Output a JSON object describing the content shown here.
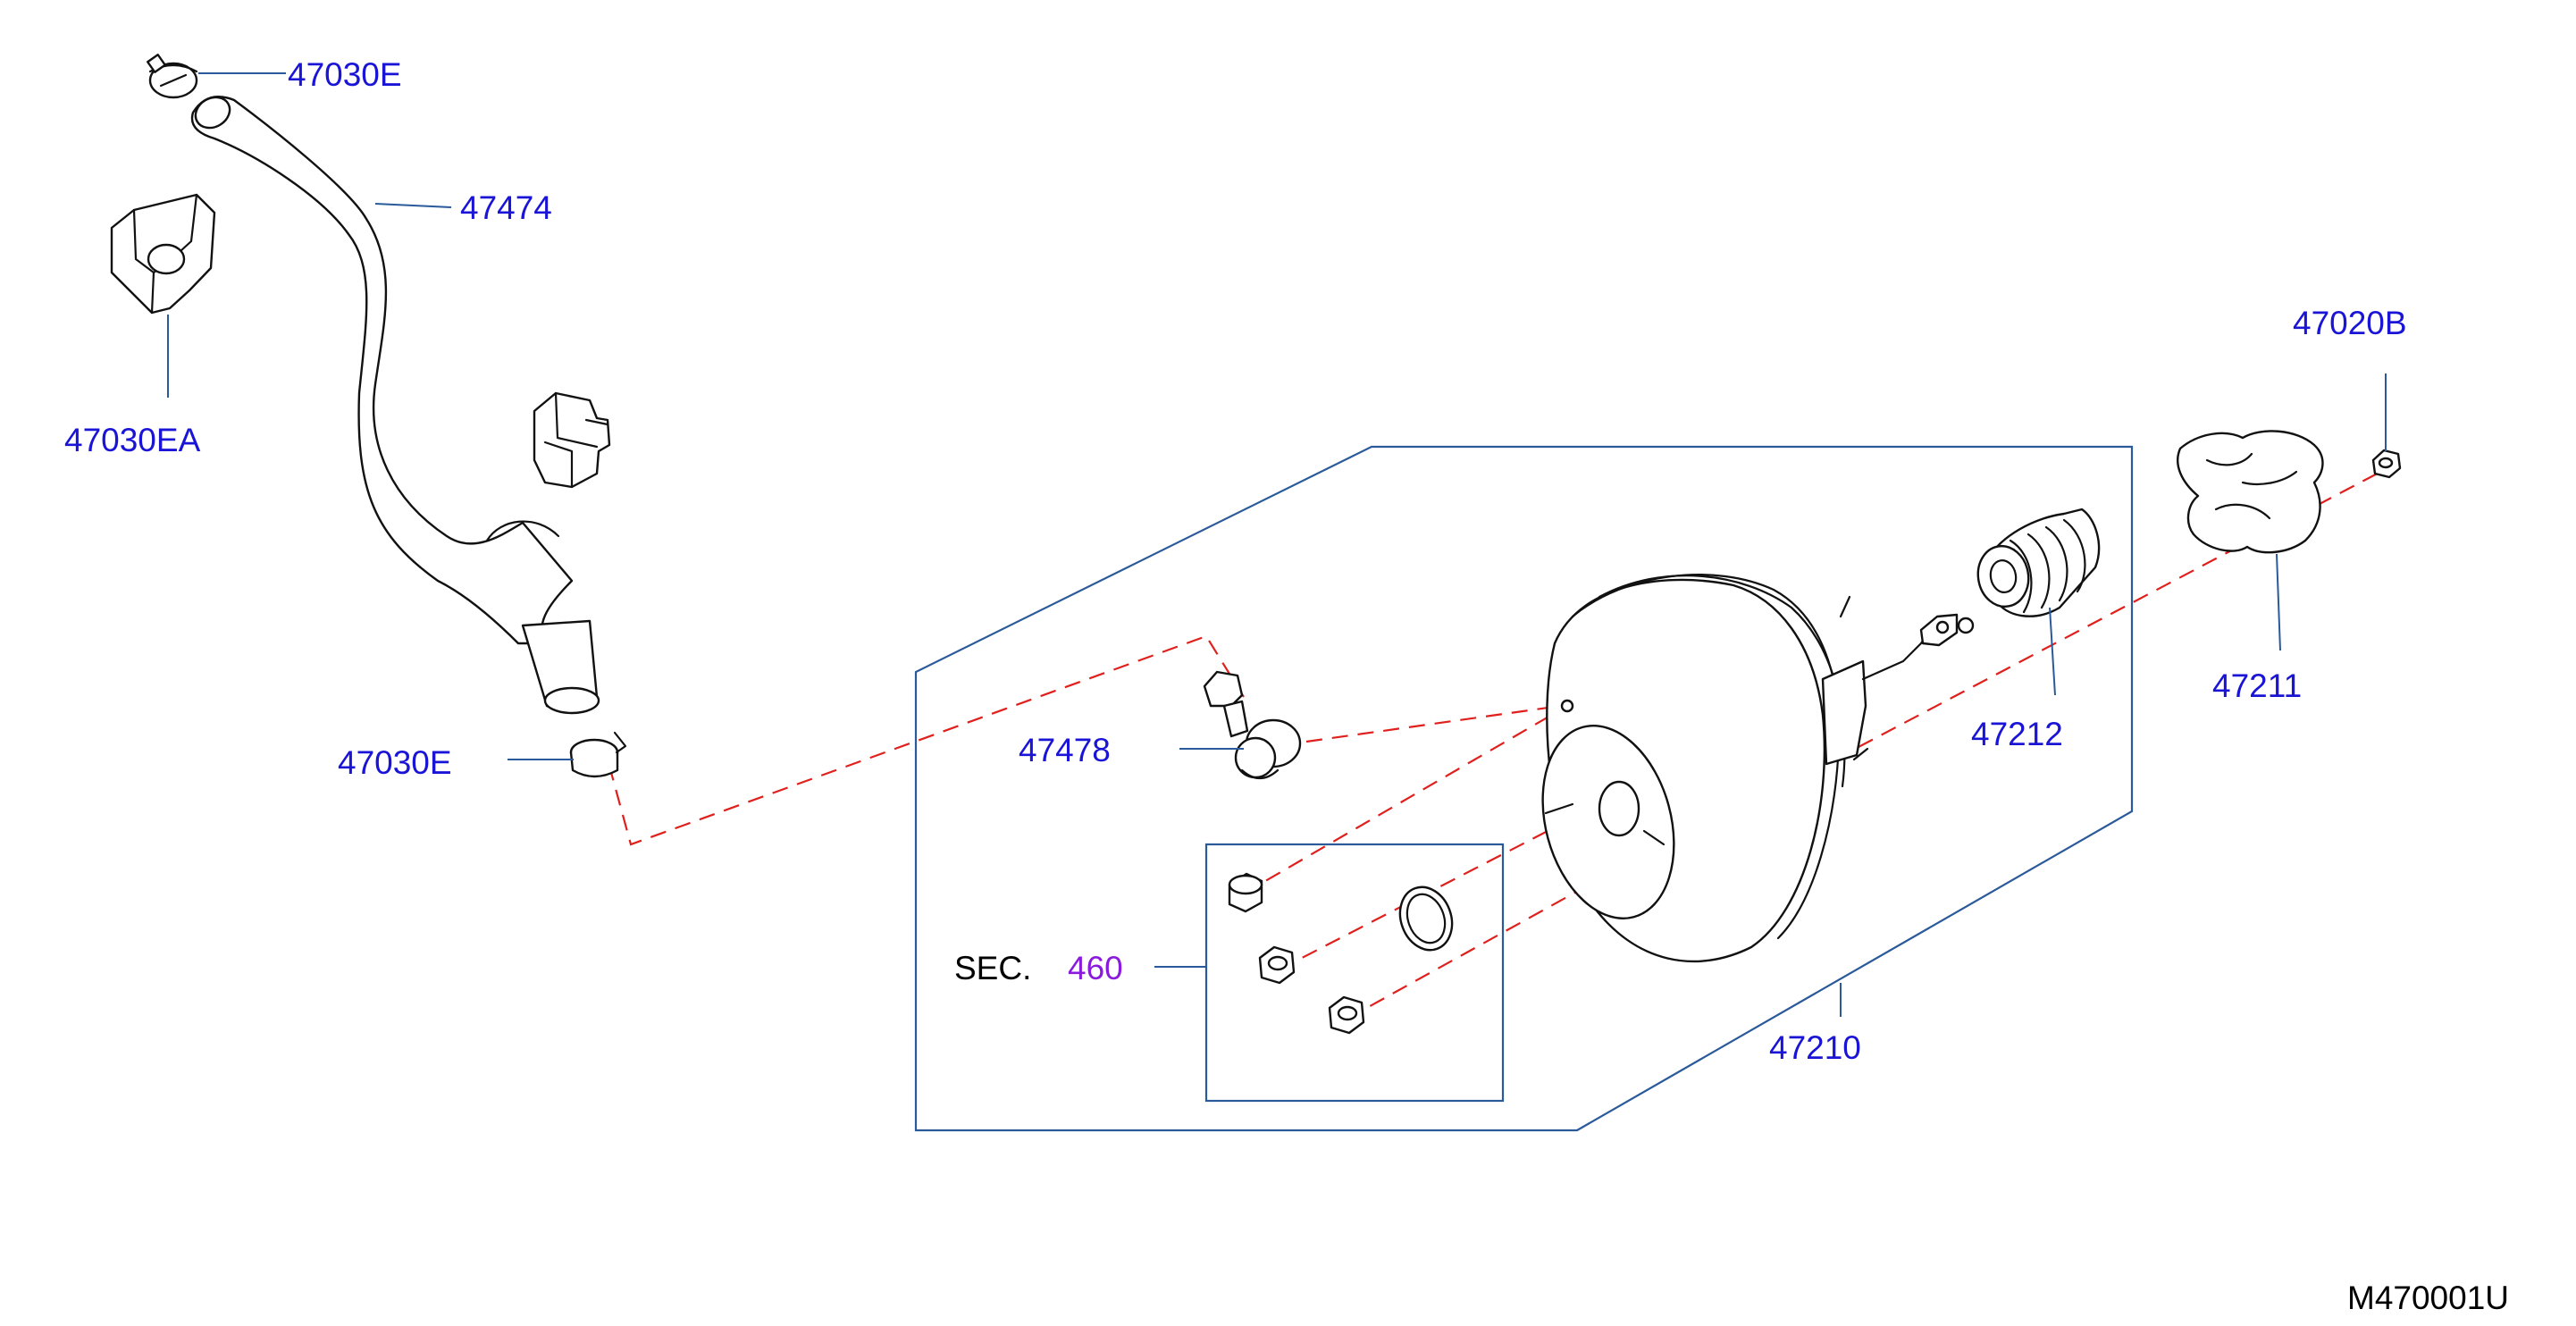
{
  "colors": {
    "label": "#1a14d6",
    "section_ref": "#8a1bdc",
    "leader": "#2a5a9a",
    "dashed_path": "#e0201c",
    "outline": "#111111"
  },
  "labels": {
    "clamp_top": "47030E",
    "hose": "47474",
    "bracket_clip": "47030EA",
    "clamp_bottom": "47030E",
    "check_valve": "47478",
    "booster": "47210",
    "boot": "47212",
    "gasket": "47211",
    "nut": "47020B"
  },
  "section_ref": {
    "prefix": "SEC.",
    "number": "460"
  },
  "diagram_code": "M470001U"
}
